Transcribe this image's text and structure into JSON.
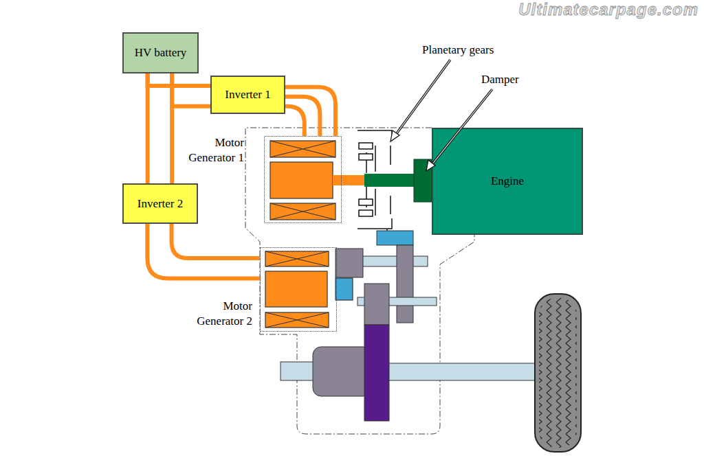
{
  "diagram": {
    "nodes": [
      {
        "text": [
          "HV battery"
        ]
      },
      {
        "text": [
          "Inverter 1"
        ]
      },
      {
        "text": [
          "Motor Generator 1"
        ]
      },
      {
        "text": [
          "Engine"
        ]
      },
      {
        "text": [
          "Inverter 2"
        ]
      },
      {
        "text": [
          "Motor Generator 2"
        ]
      }
    ],
    "edges": [
      {
        "from": 0,
        "to": 1,
        "arrow": "none"
      },
      {
        "from": 0,
        "to": 4,
        "arrow": "none"
      },
      {
        "from": 1,
        "to": 2,
        "arrow": "none"
      },
      {
        "from": 4,
        "to": 5,
        "arrow": "none"
      }
    ],
    "labels": [
      "Planetary gears",
      "Damper",
      "Ultimatecarpage.com"
    ]
  }
}
